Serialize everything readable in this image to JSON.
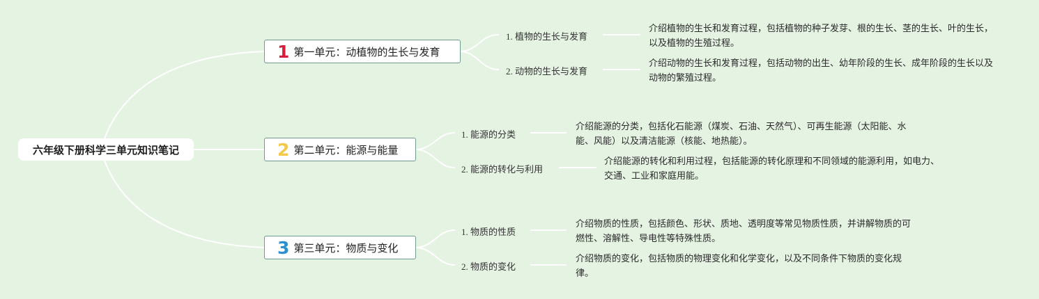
{
  "root": {
    "title": "六年级下册科学三单元知识笔记"
  },
  "units": [
    {
      "number": "1",
      "color": "#d81f3c",
      "title": "第一单元：动植物的生长与发育",
      "topics": [
        {
          "label": "1. 植物的生长与发育",
          "desc": "介绍植物的生长和发育过程，包括植物的种子发芽、根的生长、茎的生长、叶的生长，以及植物的生殖过程。"
        },
        {
          "label": "2. 动物的生长与发育",
          "desc": "介绍动物的生长和发育过程，包括动物的出生、幼年阶段的生长、成年阶段的生长以及动物的繁殖过程。"
        }
      ]
    },
    {
      "number": "2",
      "color": "#f2c94c",
      "title": "第二单元：能源与能量",
      "topics": [
        {
          "label": "1. 能源的分类",
          "desc": "介绍能源的分类，包括化石能源（煤炭、石油、天然气）、可再生能源（太阳能、水能、风能）以及清洁能源（核能、地热能）。"
        },
        {
          "label": "2. 能源的转化与利用",
          "desc": "介绍能源的转化和利用过程，包括能源的转化原理和不同领域的能源利用，如电力、交通、工业和家庭用能。"
        }
      ]
    },
    {
      "number": "3",
      "color": "#2d8fd0",
      "title": "第三单元：物质与变化",
      "topics": [
        {
          "label": "1. 物质的性质",
          "desc": "介绍物质的性质，包括颜色、形状、质地、透明度等常见物质性质，并讲解物质的可燃性、溶解性、导电性等特殊性质。"
        },
        {
          "label": "2. 物质的变化",
          "desc": "介绍物质的变化，包括物质的物理变化和化学变化，以及不同条件下物质的变化规律。"
        }
      ]
    }
  ]
}
